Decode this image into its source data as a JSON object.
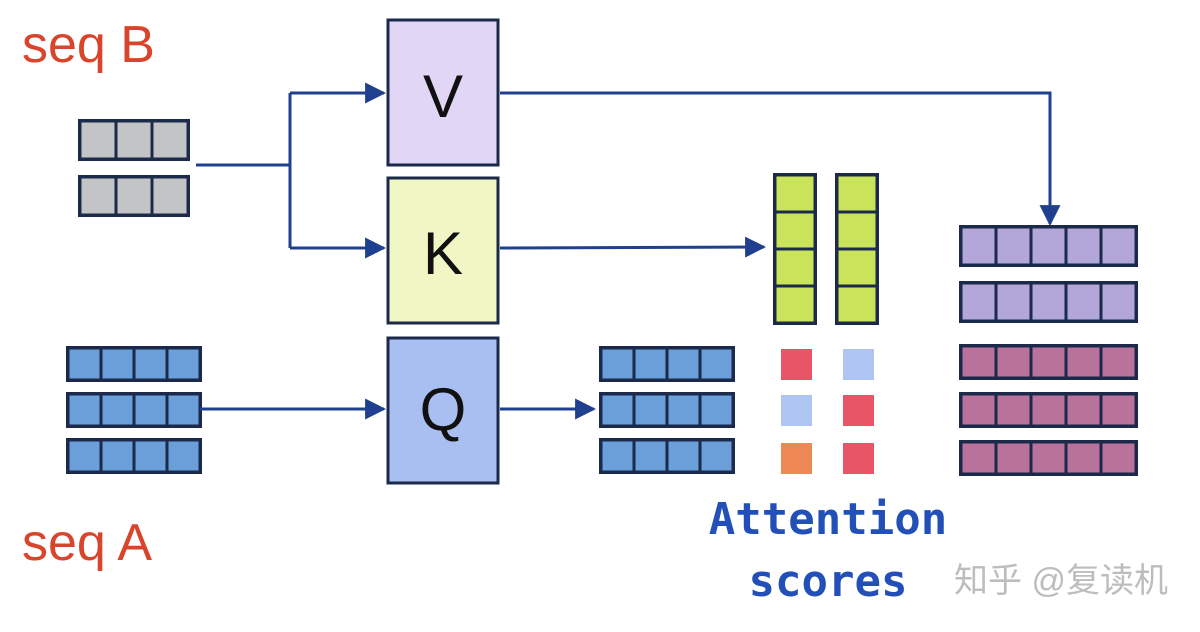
{
  "labels": {
    "seq_b": "seq B",
    "seq_a": "seq A",
    "v": "V",
    "k": "K",
    "q": "Q",
    "attention_line1": "Attention",
    "attention_line2": "scores",
    "watermark": "知乎 @复读机"
  },
  "colors": {
    "seq_label": "#d8452c",
    "arrow": "#1f3f8f",
    "box_border": "#1b2a4a",
    "v_fill": "#e2d6f6",
    "k_fill": "#f0f7c4",
    "q_fill": "#a9bff2",
    "gray_cell": "#c3c4c6",
    "blue_cell": "#6b9fd9",
    "green_cell": "#c9e45a",
    "purple_cell": "#b3a7da",
    "magenta_cell": "#b9739a",
    "attention_text": "#2350b8",
    "watermark": "#bdbdbd"
  },
  "score_colors": {
    "left": [
      "#e85567",
      "#aec4f2",
      "#ee8855"
    ],
    "right": [
      "#aec4f2",
      "#e85567",
      "#e85567"
    ]
  }
}
